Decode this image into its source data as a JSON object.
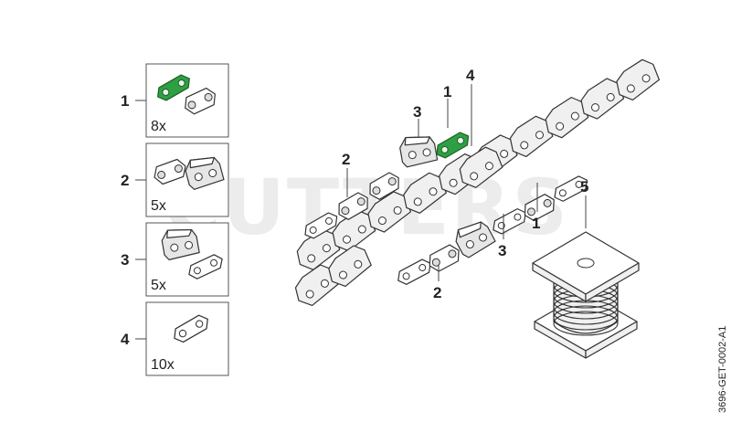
{
  "watermark": "CUTTERS",
  "document_id": "3696-GET-0002-A1",
  "legend": [
    {
      "callout": "1",
      "quantity": "8x",
      "part": "preset-tie-strap-icon"
    },
    {
      "callout": "2",
      "quantity": "5x",
      "part": "drive-link-icon"
    },
    {
      "callout": "3",
      "quantity": "5x",
      "part": "cutter-link-icon"
    },
    {
      "callout": "4",
      "quantity": "10x",
      "part": "tie-strap-icon"
    }
  ],
  "callouts": {
    "c1_top": "1",
    "c4_top": "4",
    "c3_top": "3",
    "c2_left": "2",
    "c1_right": "1",
    "c3_right": "3",
    "c2_bottom": "2",
    "c5_spool": "5"
  },
  "colors": {
    "highlight": "#2ea043",
    "line": "#333333"
  }
}
